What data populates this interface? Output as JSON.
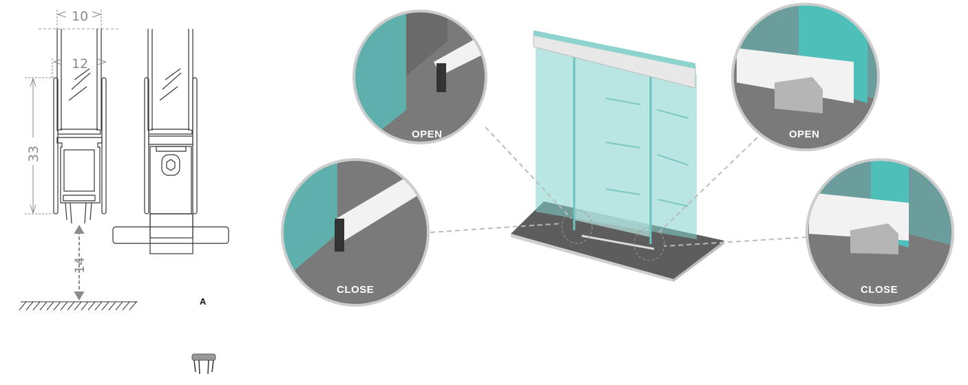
{
  "dimensions": {
    "glass_thickness": "10",
    "profile_width": "12",
    "profile_height": "33",
    "floor_gap": "14"
  },
  "section_label": "A",
  "callouts": [
    {
      "label": "OPEN"
    },
    {
      "label": "CLOSE"
    },
    {
      "label": "OPEN"
    },
    {
      "label": "CLOSE"
    }
  ],
  "colors": {
    "glass": "#4fbfba",
    "floor": "#6e6e6e",
    "profile": "#f2f2f2",
    "line": "#333333",
    "dimension": "#8a8a8a"
  }
}
